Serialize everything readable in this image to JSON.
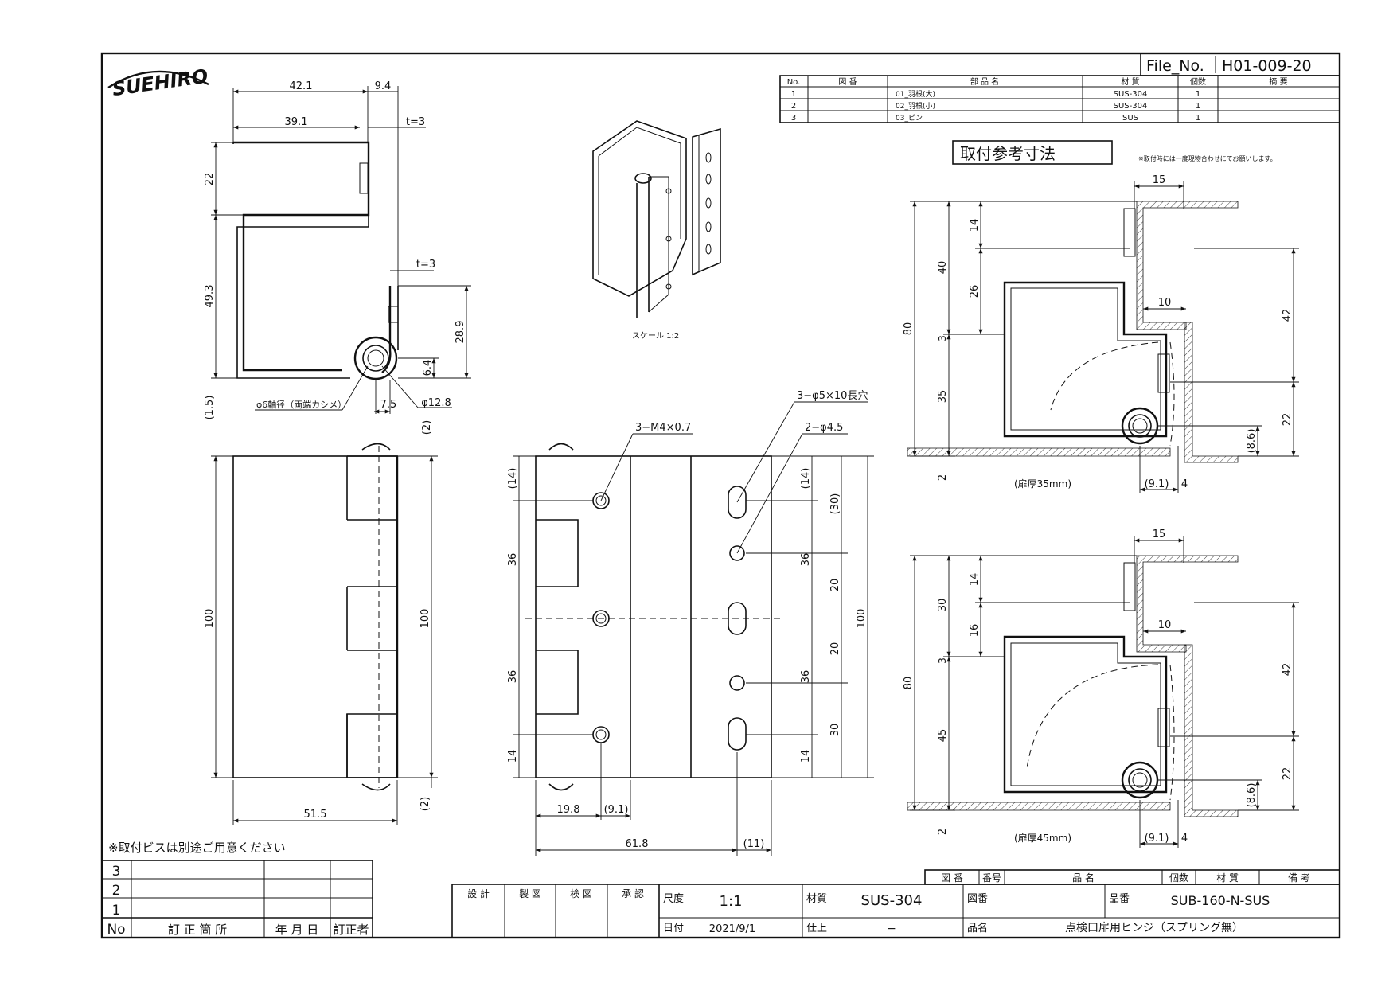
{
  "logo": {
    "text": "SUEHIRO"
  },
  "file_no": {
    "label": "File_No.",
    "value": "H01-009-20"
  },
  "parts_table": {
    "headers": [
      "No.",
      "図 番",
      "部 品 名",
      "材 質",
      "個数",
      "摘 要"
    ],
    "rows": [
      [
        "1",
        "",
        "01_羽根(大)",
        "SUS-304",
        "1",
        ""
      ],
      [
        "2",
        "",
        "02_羽根(小)",
        "SUS-304",
        "1",
        ""
      ],
      [
        "3",
        "",
        "03_ピン",
        "SUS",
        "1",
        ""
      ]
    ]
  },
  "install_ref": {
    "title": "取付参考寸法",
    "note": "※取付時には一度現物合わせにてお願いします。"
  },
  "iso_view": {
    "scale_label": "スケール 1:2"
  },
  "side_view": {
    "dims": [
      "42.1",
      "9.4",
      "39.1",
      "t=3",
      "22",
      "49.3",
      "t=3",
      "28.9",
      "6.4",
      "(1.5)",
      "7.5",
      "φ12.8",
      "(2)"
    ],
    "axle_note": "φ6軸径（両端カシメ）"
  },
  "front_view": {
    "dims": [
      "100",
      "100",
      "51.5",
      "(2)"
    ]
  },
  "back_view": {
    "notes": [
      "3−M4×0.7",
      "3−φ5×10長穴",
      "2−φ4.5"
    ],
    "dims": [
      "(14)",
      "36",
      "36",
      "14",
      "(14)",
      "36",
      "36",
      "14",
      "(30)",
      "20",
      "20",
      "30",
      "100",
      "19.8",
      "(9.1)",
      "61.8",
      "(11)"
    ]
  },
  "mount_35": {
    "dims": [
      "15",
      "14",
      "40",
      "26",
      "80",
      "3",
      "10",
      "42",
      "35",
      "22",
      "(8.6)",
      "2",
      "(9.1)",
      "4"
    ],
    "caption": "(扉厚35mm)"
  },
  "mount_45": {
    "dims": [
      "15",
      "14",
      "30",
      "16",
      "80",
      "3",
      "10",
      "42",
      "45",
      "22",
      "(8.6)",
      "2",
      "(9.1)",
      "4"
    ],
    "caption": "(扉厚45mm)"
  },
  "screw_note": "※取付ビスは別途ご用意ください",
  "revision_table": {
    "rows": [
      "3",
      "2",
      "1"
    ],
    "headers": [
      "No",
      "訂 正 箇 所",
      "年 月 日",
      "訂正者"
    ]
  },
  "title_block": {
    "headers": [
      "図 番",
      "番号",
      "品 名",
      "個数",
      "材 質",
      "備 考"
    ],
    "roles": [
      "設 計",
      "製 図",
      "検 図",
      "承 認"
    ],
    "scale_label": "尺度",
    "scale": "1:1",
    "date_label": "日付",
    "date": "2021/9/1",
    "material_label": "材質",
    "material": "SUS-304",
    "finish_label": "仕上",
    "finish": "−",
    "drawing_no_label": "図番",
    "product_code_label": "品番",
    "product_code": "SUB-160-N-SUS",
    "product_name_label": "品名",
    "product_name": "点検口扉用ヒンジ（スプリング無）"
  }
}
